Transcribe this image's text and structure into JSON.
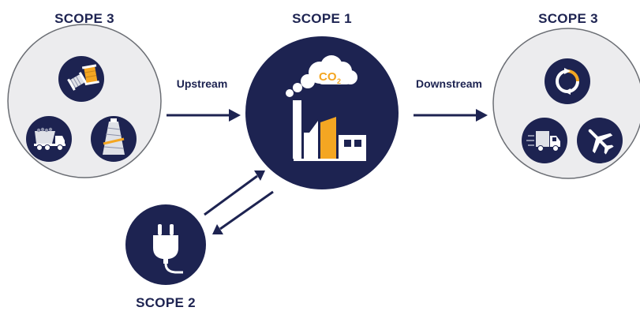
{
  "colors": {
    "navy": "#1d2351",
    "light_circle_fill": "#ececee",
    "light_circle_stroke": "#6b6e74",
    "accent_orange": "#f4a622",
    "white": "#ffffff"
  },
  "scopes": {
    "upstream_title": "SCOPE 3",
    "center_title": "SCOPE 1",
    "downstream_title": "SCOPE 3",
    "energy_title": "SCOPE 2"
  },
  "flows": {
    "upstream_label": "Upstream",
    "downstream_label": "Downstream"
  },
  "co2": {
    "main": "CO",
    "subscript": "2"
  },
  "icons": {
    "upstream": [
      "thread-spools-icon",
      "dump-truck-icon",
      "yarn-cone-icon"
    ],
    "center": [
      "factory-icon",
      "co2-cloud-icon"
    ],
    "downstream": [
      "recycle-icon",
      "delivery-truck-icon",
      "airplane-icon"
    ],
    "energy": [
      "power-plug-icon"
    ]
  }
}
